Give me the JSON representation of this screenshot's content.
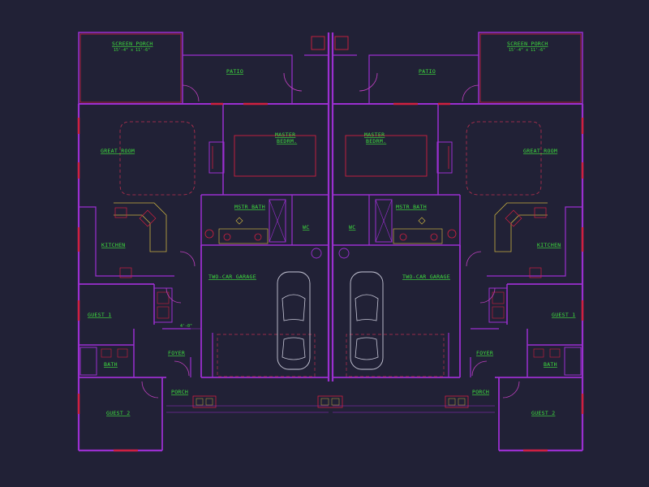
{
  "rooms": {
    "screen_porch_left": "SCREEN PORCH",
    "screen_porch_left_dim": "15'-4\" x 11'-6\"",
    "screen_porch_right": "SCREEN PORCH",
    "screen_porch_right_dim": "15'-4\" x 11'-6\"",
    "patio_left": "PATIO",
    "patio_right": "PATIO",
    "master_bedrm_left_1": "MASTER",
    "master_bedrm_left_2": "BEDRM.",
    "master_bedrm_right_1": "MASTER",
    "master_bedrm_right_2": "BEDRM.",
    "great_room_left": "GREAT ROOM",
    "great_room_right": "GREAT ROOM",
    "mstr_bath_left": "MSTR BATH",
    "mstr_bath_right": "MSTR BATH",
    "wc_left": "WC",
    "wc_right": "WC",
    "kitchen_left": "KITCHEN",
    "kitchen_right": "KITCHEN",
    "garage_left": "TWO-CAR GARAGE",
    "garage_right": "TWO-CAR GARAGE",
    "guest1_left": "GUEST 1",
    "guest1_right": "GUEST 1",
    "bath_left": "BATH",
    "bath_right": "BATH",
    "foyer_left": "FOYER",
    "foyer_right": "FOYER",
    "porch_left": "PORCH",
    "porch_right": "PORCH",
    "guest2_left": "GUEST 2",
    "guest2_right": "GUEST 2",
    "dim_4ft": "4'-0\""
  },
  "colors": {
    "background": "#212136",
    "wall": "#9b2fd0",
    "label": "#3ee03e",
    "window": "#d02040",
    "fixture": "#c8b040",
    "car": "#c8c8d8"
  }
}
